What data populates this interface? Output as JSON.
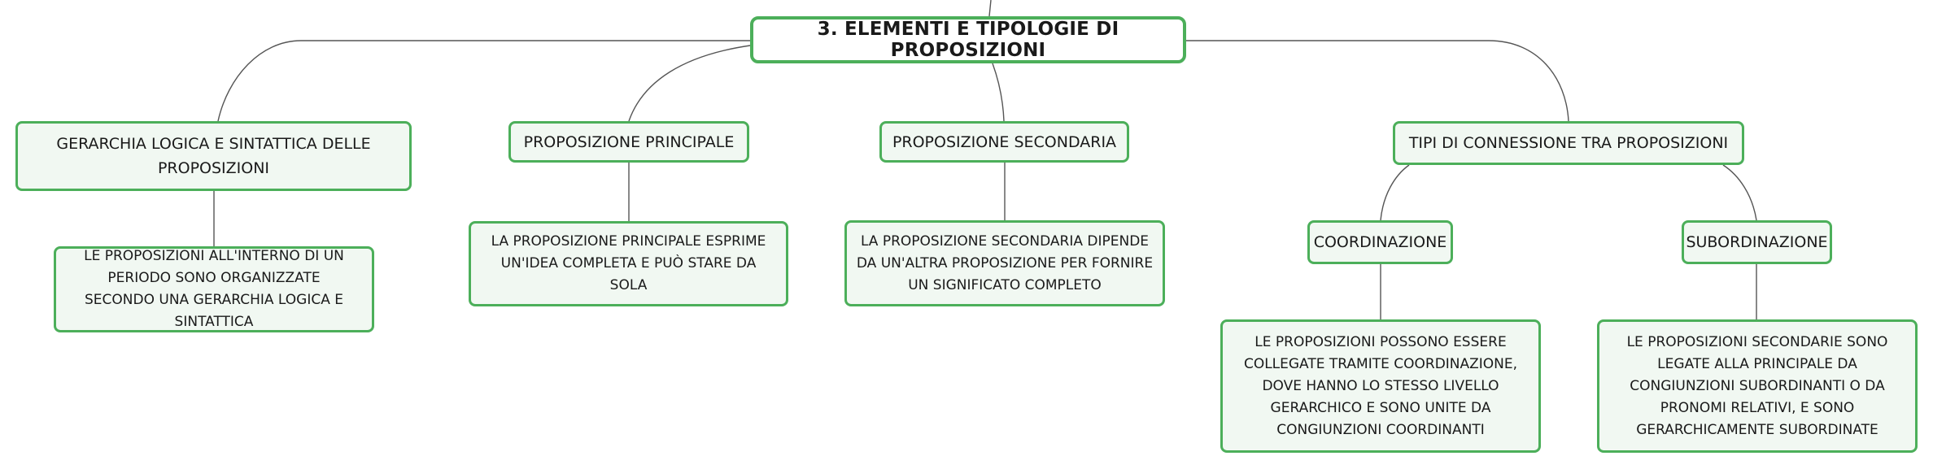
{
  "root": {
    "title": "3. ELEMENTI E TIPOLOGIE DI PROPOSIZIONI"
  },
  "branches": {
    "gerarchia": {
      "title": "GERARCHIA LOGICA E SINTATTICA DELLE PROPOSIZIONI",
      "detail": "LE PROPOSIZIONI ALL'INTERNO DI UN PERIODO SONO ORGANIZZATE SECONDO UNA GERARCHIA LOGICA E SINTATTICA"
    },
    "principale": {
      "title": "PROPOSIZIONE PRINCIPALE",
      "detail": "LA PROPOSIZIONE PRINCIPALE ESPRIME UN'IDEA COMPLETA E PUÒ STARE DA SOLA"
    },
    "secondaria": {
      "title": "PROPOSIZIONE SECONDARIA",
      "detail": "LA PROPOSIZIONE SECONDARIA DIPENDE DA UN'ALTRA PROPOSIZIONE PER FORNIRE UN SIGNIFICATO COMPLETO"
    },
    "connessione": {
      "title": "TIPI DI CONNESSIONE TRA PROPOSIZIONI",
      "coordinazione": {
        "title": "COORDINAZIONE",
        "detail": "LE PROPOSIZIONI POSSONO ESSERE COLLEGATE TRAMITE COORDINAZIONE, DOVE HANNO LO STESSO LIVELLO GERARCHICO E SONO UNITE DA CONGIUNZIONI COORDINANTI"
      },
      "subordinazione": {
        "title": "SUBORDINAZIONE",
        "detail": "LE PROPOSIZIONI SECONDARIE SONO LEGATE ALLA PRINCIPALE DA CONGIUNZIONI SUBORDINANTI O DA PRONOMI RELATIVI, E SONO GERARCHICAMENTE SUBORDINATE"
      }
    }
  },
  "colors": {
    "node_border": "#4caf5a",
    "node_fill": "#f1f8f2",
    "connector": "#555555"
  }
}
